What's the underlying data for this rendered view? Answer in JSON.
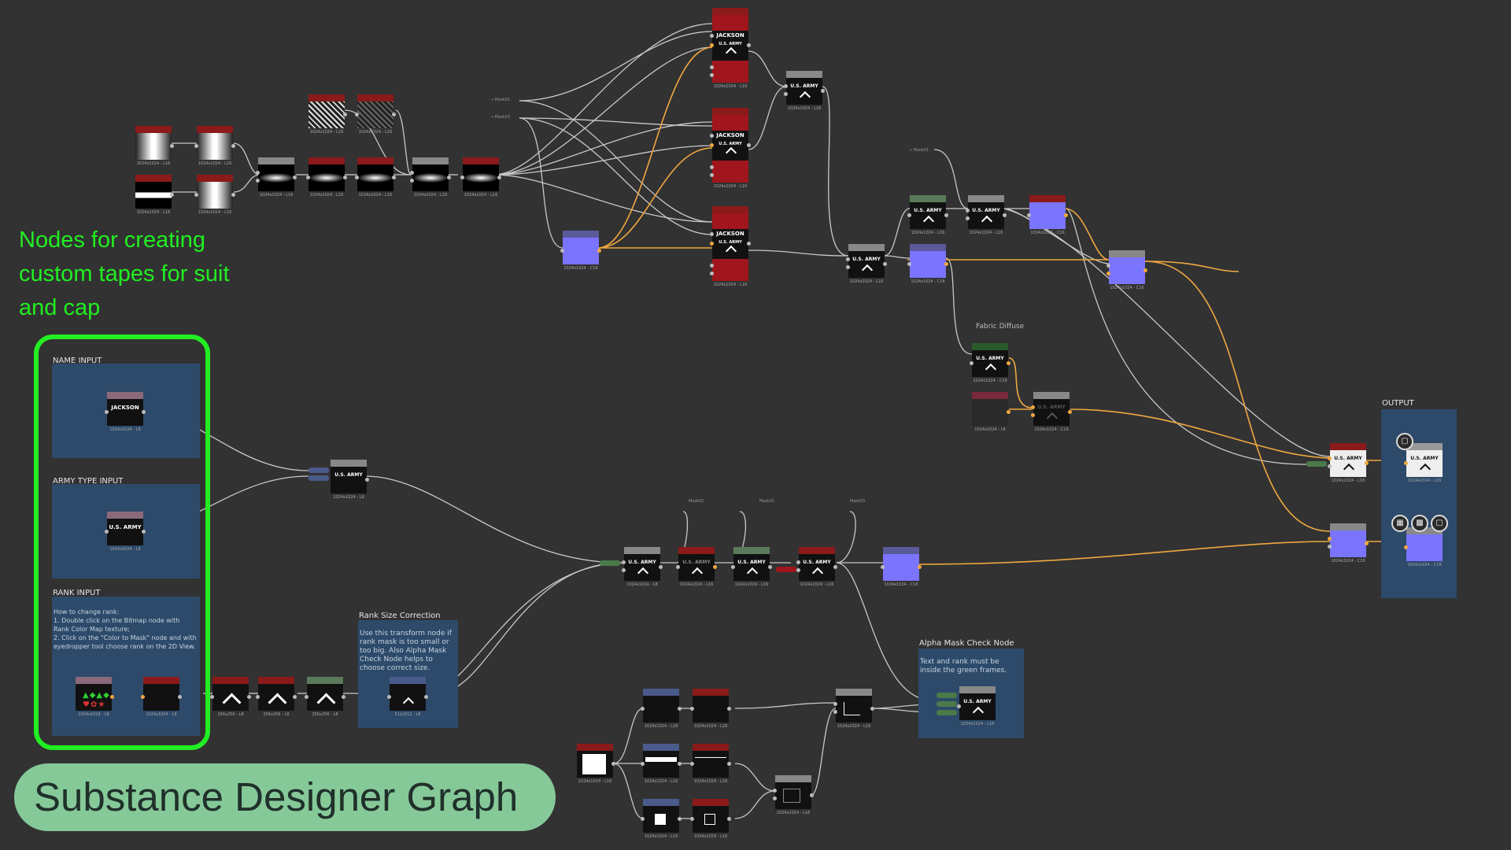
{
  "annotation": {
    "lines": [
      "Nodes for creating",
      "custom tapes for suit",
      "and cap"
    ]
  },
  "banner": {
    "text": "Substance Designer Graph"
  },
  "frames": {
    "name_input": {
      "title": "NAME INPUT"
    },
    "army_type_input": {
      "title": "ARMY TYPE INPUT"
    },
    "rank_input": {
      "title": "RANK INPUT",
      "description": "How to change rank:\n1. Double click on the Bitmap node with Rank Color Map texture;\n2. Click on the \"Color to Mask\" node and with eyedropper tool choose rank on the 2D View."
    },
    "rank_size": {
      "title": "Rank Size Correction",
      "description": "Use this transform node if rank mask is too small or too big. Also Alpha Mask Check Node helps to choose correct size."
    },
    "alpha_check": {
      "title": "Alpha Mask Check Node",
      "description": "Text and rank must be inside the green frames."
    },
    "output": {
      "title": "OUTPUT"
    },
    "fabric": {
      "title": "Fabric Diffuse"
    }
  },
  "texts": {
    "jackson": "JACKSON",
    "army": "U.S. ARMY"
  },
  "footers": {
    "a": "1024x1024 - L16",
    "b": "1024x1024 - C16",
    "c": "1024x1024 - L8",
    "d": "256x256 - L8",
    "e": "512x512 - L8"
  },
  "dots": {
    "mask02": "→ Mask02",
    "mask03": "→ Mask03",
    "mask01": "→ Mask01",
    "mask02b": "Mask02",
    "mask01b": "Mask01",
    "mask03b": "Mask03"
  },
  "icons": [
    "cube-icon",
    "document-icon",
    "checker-icon",
    "cube-icon"
  ],
  "colors": {
    "bg": "#323232",
    "frame": "#2d4a6a",
    "highlight": "#22ee22",
    "banner": "#86c999",
    "blue_node": "#7b74ff",
    "red_node": "#a0161c",
    "orange_wire": "#f0a840"
  }
}
